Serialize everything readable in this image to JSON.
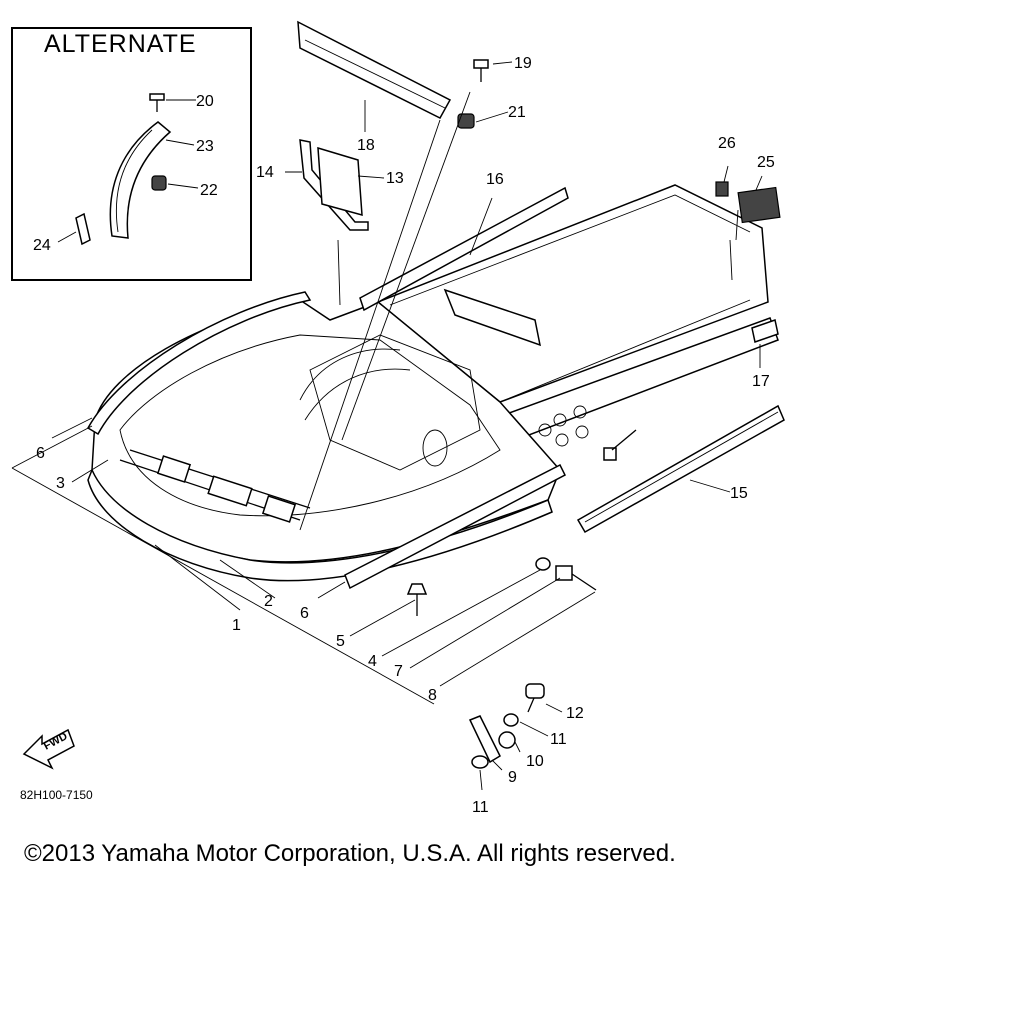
{
  "alternate_title": "ALTERNATE",
  "drawing_code": "82H100-7150",
  "fwd_label": "FWD",
  "copyright": "©2013 Yamaha Motor Corporation, U.S.A. All rights reserved.",
  "callouts": {
    "c1": "1",
    "c2": "2",
    "c3": "3",
    "c4": "4",
    "c5": "5",
    "c6a": "6",
    "c6b": "6",
    "c7": "7",
    "c8": "8",
    "c9": "9",
    "c10": "10",
    "c11a": "11",
    "c11b": "11",
    "c12": "12",
    "c13": "13",
    "c14": "14",
    "c15": "15",
    "c16": "16",
    "c17": "17",
    "c18": "18",
    "c19": "19",
    "c20": "20",
    "c21": "21",
    "c22": "22",
    "c23": "23",
    "c24": "24",
    "c25": "25",
    "c26": "26"
  }
}
